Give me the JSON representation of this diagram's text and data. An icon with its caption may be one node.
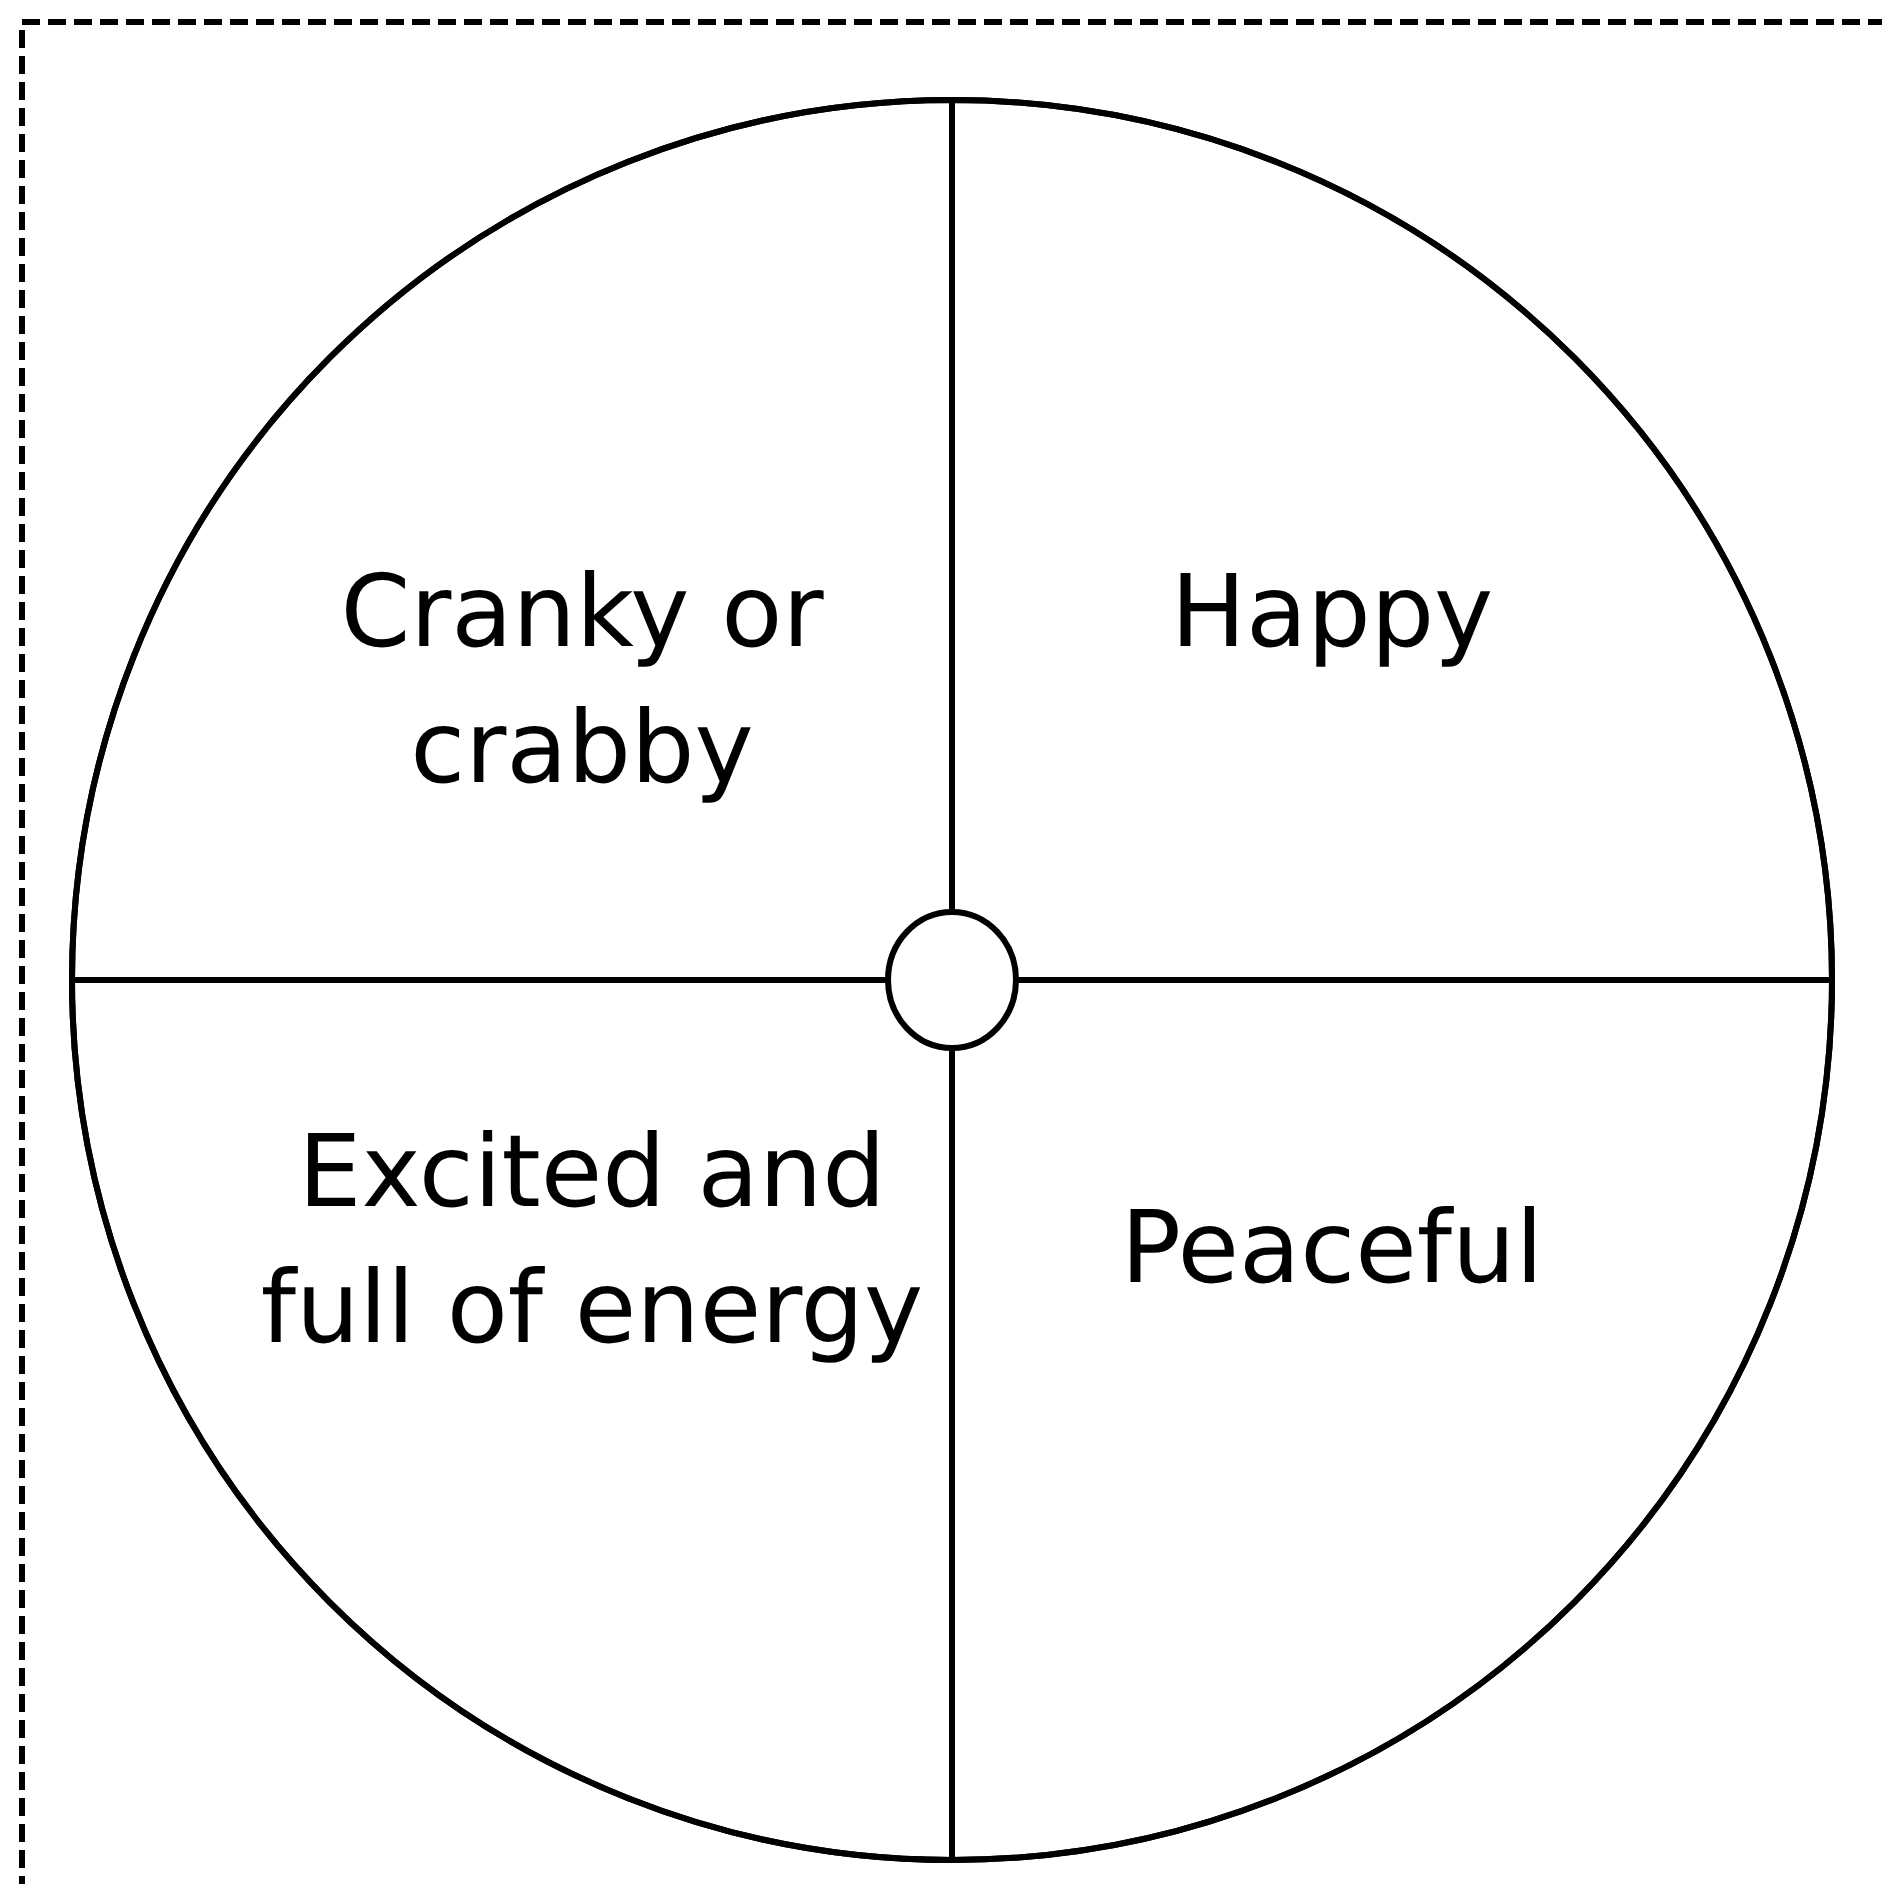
{
  "diagram": {
    "nodes": [
      {
        "text": [],
        "shape": "circle"
      },
      {
        "text": [
          "Cranky or crabby"
        ],
        "in": 0
      },
      {
        "text": [
          "Happy"
        ],
        "in": 0
      },
      {
        "text": [
          "Excited and full of energy"
        ],
        "in": 0
      },
      {
        "text": [
          "Peaceful"
        ],
        "in": 0
      },
      {
        "text": [],
        "shape": "circle",
        "in": 0
      }
    ],
    "edges": []
  }
}
